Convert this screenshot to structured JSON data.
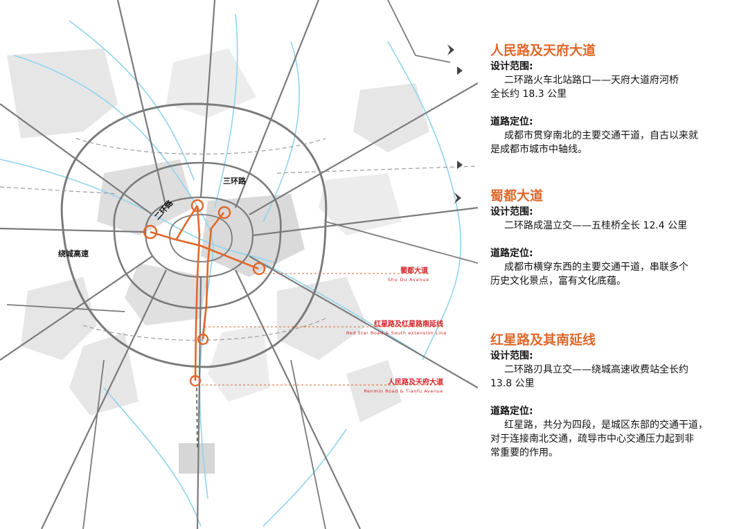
{
  "map": {
    "ring_labels": {
      "second_ring": "二环路",
      "third_ring": "三环路",
      "ring_expressway": "绕城高速"
    },
    "road_callouts": {
      "shudu": {
        "cn": "蜀都大道",
        "en": "Shu Du Avenue"
      },
      "hongxing": {
        "cn": "红星路及红星路南延线",
        "en": "Red Star Road & South extension Line"
      },
      "renmin": {
        "cn": "人民路及天府大道",
        "en": "Renmin Road & Tianfu Avenue"
      }
    },
    "colors": {
      "highlight_road": "#e0672a",
      "callout_text": "#d2232a",
      "roads": "#7a7a7a",
      "rivers": "#8fd3ee",
      "blocks": "#e4e4e4"
    }
  },
  "panel": {
    "sections": [
      {
        "title": "人民路及天府大道",
        "range_label": "设计范围:",
        "range_lines": [
          "二环路火车北站路口——天府大道府河桥",
          "全长约 18.3 公里"
        ],
        "position_label": "道路定位:",
        "position_lines": [
          "成都市贯穿南北的主要交通干道，自古以来就",
          "是成都市城市中轴线。"
        ]
      },
      {
        "title": "蜀都大道",
        "range_label": "设计范围:",
        "range_lines": [
          "二环路成温立交——五桂桥全长 12.4 公里"
        ],
        "position_label": "道路定位:",
        "position_lines": [
          "成都市横穿东西的主要交通干道，串联多个",
          "历史文化景点，富有文化底蕴。"
        ]
      },
      {
        "title": "红星路及其南延线",
        "range_label": "设计范围:",
        "range_lines": [
          "二环路刃具立交——绕城高速收费站全长约",
          "13.8 公里"
        ],
        "position_label": "道路定位:",
        "position_lines": [
          "红星路，共分为四段，是城区东部的交通干道，",
          "对于连接南北交通，疏导市中心交通压力起到非",
          "常重要的作用。"
        ]
      }
    ]
  }
}
